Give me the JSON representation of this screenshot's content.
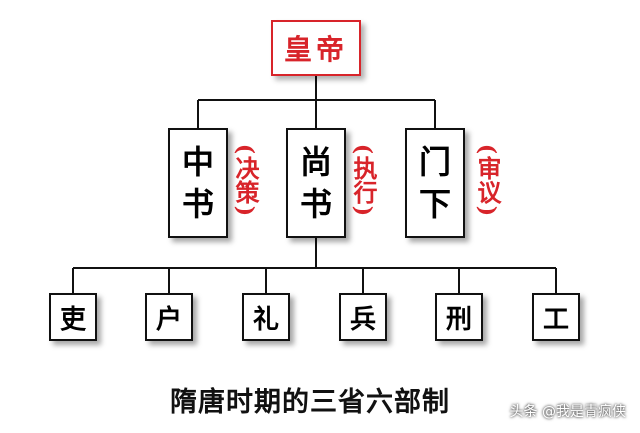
{
  "emperor": {
    "label": "皇帝"
  },
  "departments": [
    {
      "name": "中书",
      "role": "决策"
    },
    {
      "name": "尚书",
      "role": "执行"
    },
    {
      "name": "门下",
      "role": "审议"
    }
  ],
  "ministries": [
    "吏",
    "户",
    "礼",
    "兵",
    "刑",
    "工"
  ],
  "caption": "隋唐时期的三省六部制",
  "watermark": "头条 @我是青疯侠",
  "colors": {
    "accent": "#d8242a",
    "line": "#111111"
  }
}
